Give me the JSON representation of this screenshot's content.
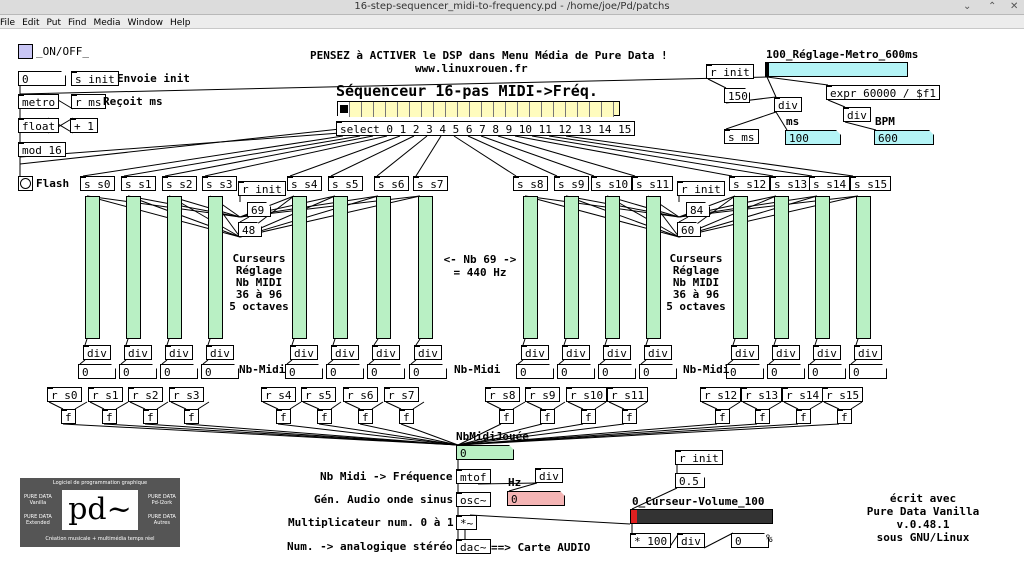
{
  "window": {
    "title": "16-step-sequencer_midi-to-frequency.pd  - /home/joe/Pd/patchs"
  },
  "menu": [
    "File",
    "Edit",
    "Put",
    "Find",
    "Media",
    "Window",
    "Help"
  ],
  "header": {
    "line1": "PENSEZ à ACTIVER le DSP dans Menu Média de Pure Data !",
    "line2": "www.linuxrouen.fr",
    "title": "Séquenceur 16-pas MIDI->Fréq."
  },
  "left": {
    "toggle_label": "_ON/OFF_",
    "num0": "0",
    "s_init": "s init",
    "envoie": "Envoie init",
    "metro": "metro",
    "r_ms": "r ms",
    "recoit": "Reçoit ms",
    "float": "float",
    "plus1": "+ 1",
    "mod16": "mod 16",
    "flash": "Flash"
  },
  "select": {
    "label": "select 0 1 2 3 4 5 6 7 8 9 10 11 12 13 14 15"
  },
  "metro_panel": {
    "slider_label": "100_Réglage-Metro_600ms",
    "r_init": "r init",
    "num150": "150",
    "div": "div",
    "expr": "expr 60000 / $f1",
    "div2": "div",
    "ms": "ms",
    "bpm": "BPM",
    "s_ms": "s ms",
    "val100": "100",
    "val600": "600"
  },
  "sends": [
    "s s0",
    "s s1",
    "s s2",
    "s s3",
    "s s4",
    "s s5",
    "s s6",
    "s s7",
    "s s8",
    "s s9",
    "s s10",
    "s s11",
    "s s12",
    "s s13",
    "s s14",
    "s s15"
  ],
  "receives": [
    "r s0",
    "r s1",
    "r s2",
    "r s3",
    "r s4",
    "r s5",
    "r s6",
    "r s7",
    "r s8",
    "r s9",
    "r s10",
    "r s11",
    "r s12",
    "r s13",
    "r s14",
    "r s15"
  ],
  "init_left": {
    "r_init": "r init",
    "v69": "69",
    "v48": "48"
  },
  "init_right": {
    "r_init": "r init",
    "v84": "84",
    "v60": "60"
  },
  "notes": {
    "curseurs": "Curseurs",
    "reglage": "Réglage",
    "nbmidi": "Nb MIDI",
    "range": "36 à 96",
    "octaves": "5 octaves",
    "nb69": "<- Nb 69 ->",
    "hz440": "= 440 Hz",
    "nbmidi_short": "Nb-Midi"
  },
  "div_label": "div",
  "zero": "0",
  "f_label": "f",
  "bottom": {
    "nbmidijouee": "NbMidiJouée",
    "nbmidi_val": "0",
    "lbl_freq": "Nb Midi -> Fréquence",
    "mtof": "mtof",
    "div": "div",
    "hz": "Hz",
    "hz_val": "0",
    "lbl_gen": "Gén. Audio onde sinus",
    "osc": "osc~",
    "lbl_mult": "Multiplicateur num. 0 à 1",
    "mult": "*~",
    "lbl_analog": "Num. -> analogique stéréo",
    "dac": "dac~",
    "carte": "==> Carte AUDIO",
    "r_init": "r init",
    "v05": "0.5",
    "vol_label": "0_Curseur-Volume_100",
    "mul100": "* 100",
    "div3": "div",
    "pct_val": "0",
    "pct": "%"
  },
  "credit": {
    "l1": "écrit avec",
    "l2": "Pure Data Vanilla v.0.48.1",
    "l3": "sous GNU/Linux"
  },
  "logo": {
    "top": "Logiciel de programmation graphique",
    "pd": "pd~",
    "lt1": "PURE DATA",
    "lt2": "Vanilla",
    "lt3": "PURE DATA",
    "lt4": "Extended",
    "rt1": "PURE DATA",
    "rt2": "Pd-l2ork",
    "rt3": "PURE DATA",
    "rt4": "Autres",
    "bottom": "Création musicale + multimédia temps réel"
  },
  "colors": {
    "slider_green": "#b9f0c4",
    "cyan": "#b4f4f6",
    "pink": "#f4b4b4",
    "toggle": "#c9c6f5",
    "seq_cell": "#fffcbe"
  }
}
